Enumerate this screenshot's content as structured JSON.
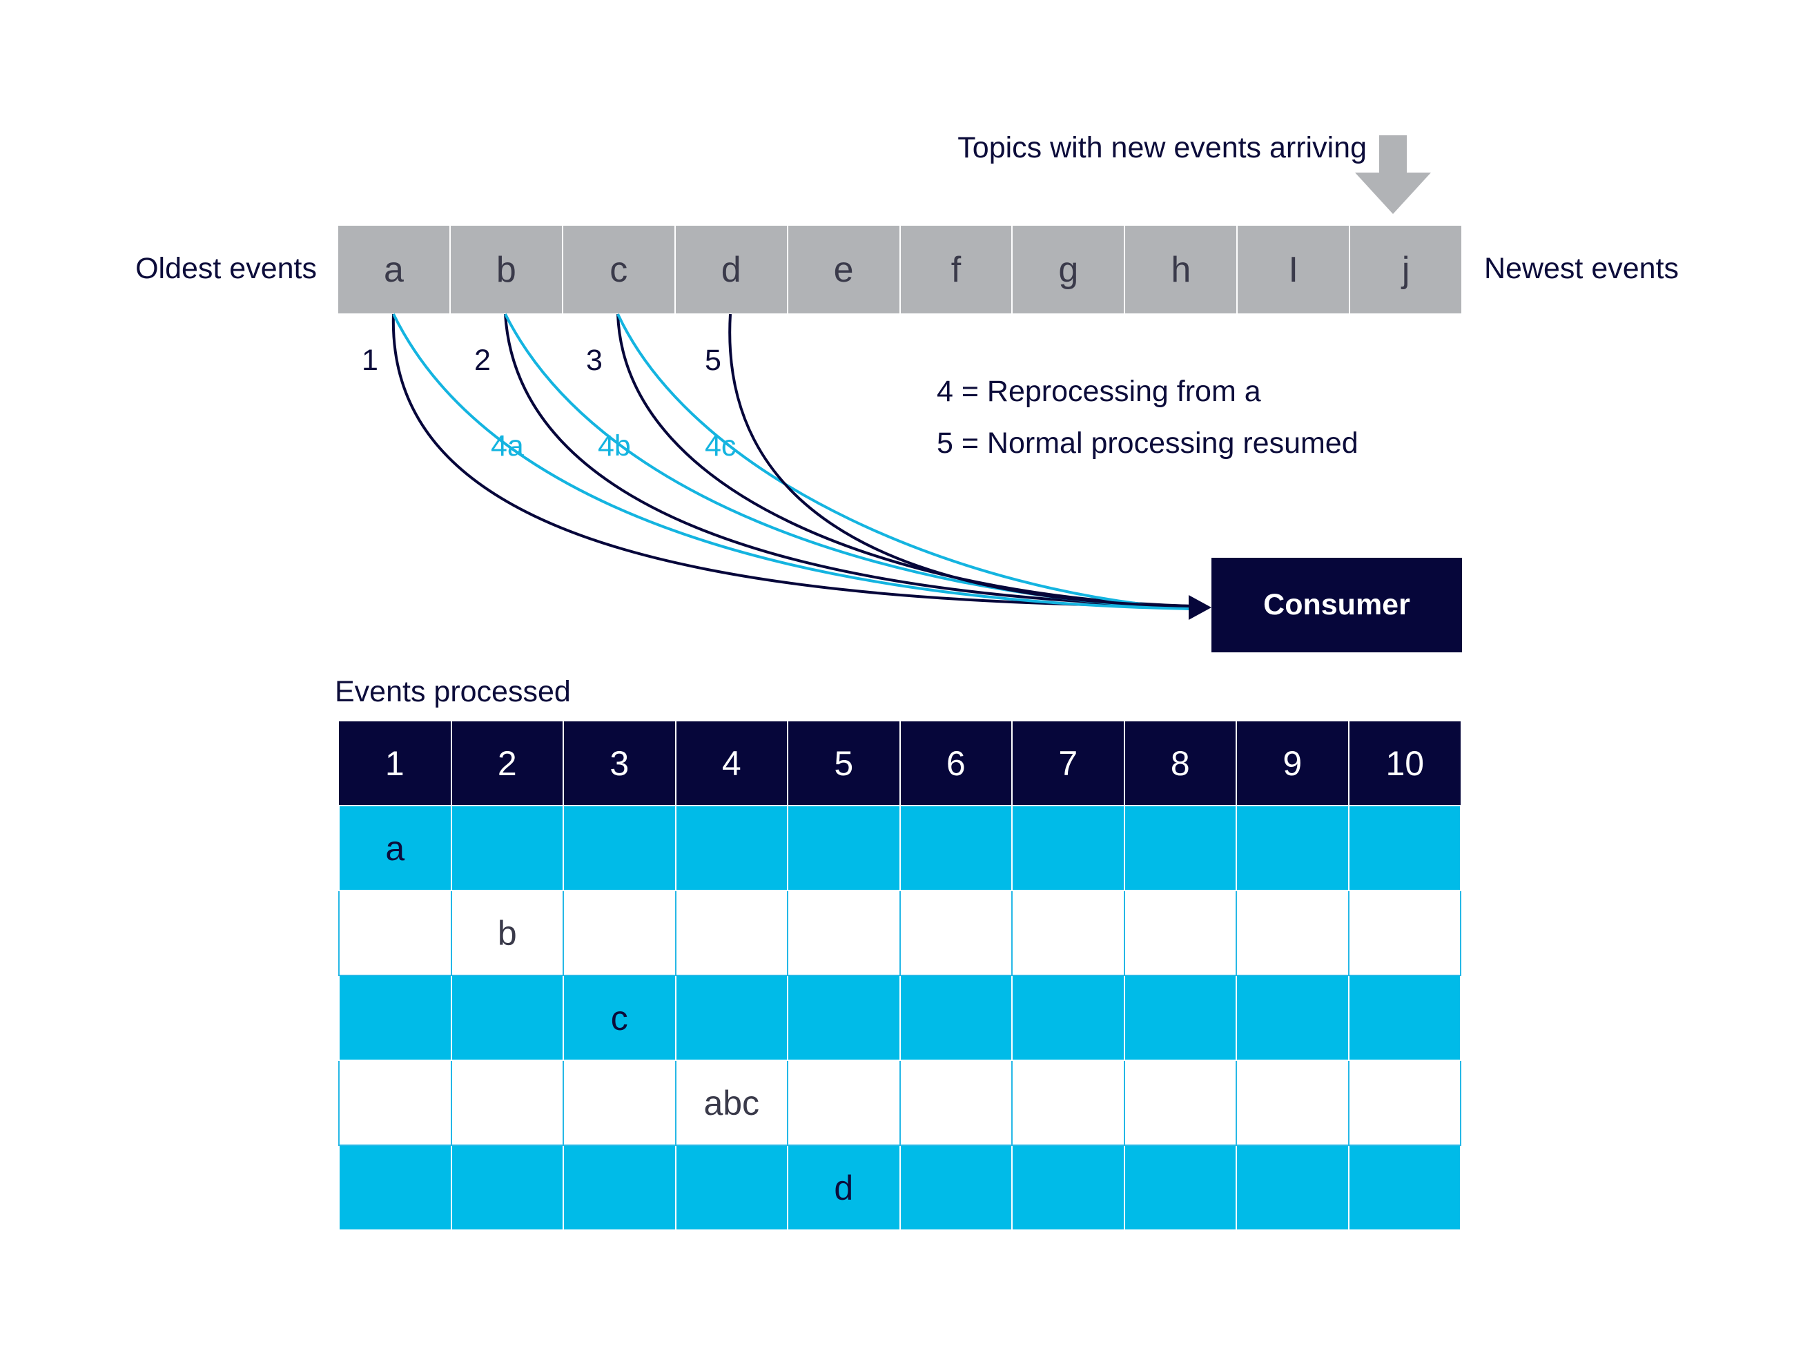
{
  "top_label": "Topics with new events arriving",
  "oldest_label": "Oldest events",
  "newest_label": "Newest events",
  "topic_events": [
    "a",
    "b",
    "c",
    "d",
    "e",
    "f",
    "g",
    "h",
    "I",
    "j"
  ],
  "arrow_labels": {
    "normal": [
      "1",
      "2",
      "3",
      "5"
    ],
    "reprocess": [
      "4a",
      "4b",
      "4c"
    ]
  },
  "legend": {
    "line1": "4 = Reprocessing from a",
    "line2": "5 = Normal processing resumed"
  },
  "consumer_label": "Consumer",
  "table_title": "Events processed",
  "table": {
    "headers": [
      "1",
      "2",
      "3",
      "4",
      "5",
      "6",
      "7",
      "8",
      "9",
      "10"
    ],
    "rows": [
      [
        "a",
        "",
        "",
        "",
        "",
        "",
        "",
        "",
        "",
        ""
      ],
      [
        "",
        "b",
        "",
        "",
        "",
        "",
        "",
        "",
        "",
        ""
      ],
      [
        "",
        "",
        "c",
        "",
        "",
        "",
        "",
        "",
        "",
        ""
      ],
      [
        "",
        "",
        "",
        "abc",
        "",
        "",
        "",
        "",
        "",
        ""
      ],
      [
        "",
        "",
        "",
        "",
        "d",
        "",
        "",
        "",
        "",
        ""
      ]
    ]
  },
  "colors": {
    "navy": "#06063a",
    "cyan": "#00bbe8",
    "grey": "#b1b3b6"
  }
}
